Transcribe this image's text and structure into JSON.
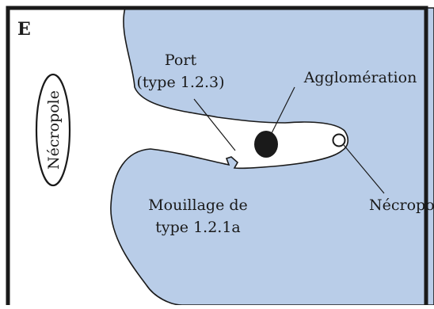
{
  "panel": {
    "letter": "E"
  },
  "colors": {
    "water": "#b9cde8",
    "land": "#ffffff",
    "ink": "#1a1a1a"
  },
  "labels": {
    "necropole_vertical": "Nécropole",
    "port_line1": "Port",
    "port_line2": "(type 1.2.3)",
    "agglomeration": "Agglomération",
    "necropole_right": "Nécropole",
    "mouillage_line1": "Mouillage de",
    "mouillage_line2": "type 1.2.1a"
  }
}
